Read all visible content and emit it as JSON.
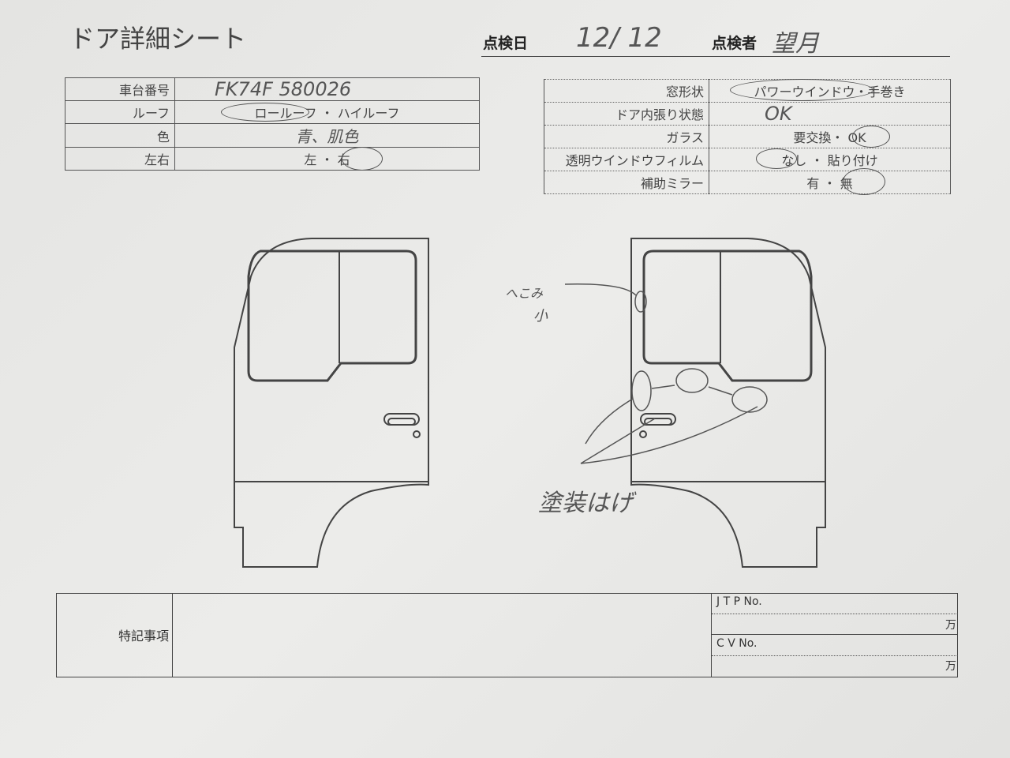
{
  "title": "ドア詳細シート",
  "header": {
    "date_label": "点検日",
    "date_value": "12/ 12",
    "inspector_label": "点検者",
    "inspector_value": "望月"
  },
  "left_table": [
    {
      "label": "車台番号",
      "value": "FK74F  580026"
    },
    {
      "label": "ルーフ",
      "value": "ロールーフ ・ ハイルーフ",
      "selected": "ロールーフ"
    },
    {
      "label": "色",
      "value": "青、肌色"
    },
    {
      "label": "左右",
      "value": "左 ・ 右",
      "selected": "右"
    }
  ],
  "right_table": [
    {
      "label": "窓形状",
      "value": "パワーウインドウ・手巻き",
      "selected": "パワーウインドウ"
    },
    {
      "label": "ドア内張り状態",
      "value": "OK"
    },
    {
      "label": "ガラス",
      "value": "要交換・ OK",
      "selected": "OK"
    },
    {
      "label": "透明ウインドウフィルム",
      "value": "なし ・ 貼り付け",
      "selected": "なし"
    },
    {
      "label": "補助ミラー",
      "value": "有 ・ 無",
      "selected": "無"
    }
  ],
  "annotations": {
    "dent": "へこみ",
    "dent_size": "小",
    "paint": "塗装はげ"
  },
  "footer": {
    "remarks_label": "特記事項",
    "remarks_value": "",
    "jtp_label": "J T P No.",
    "cv_label": "C V No.",
    "unit": "万"
  }
}
